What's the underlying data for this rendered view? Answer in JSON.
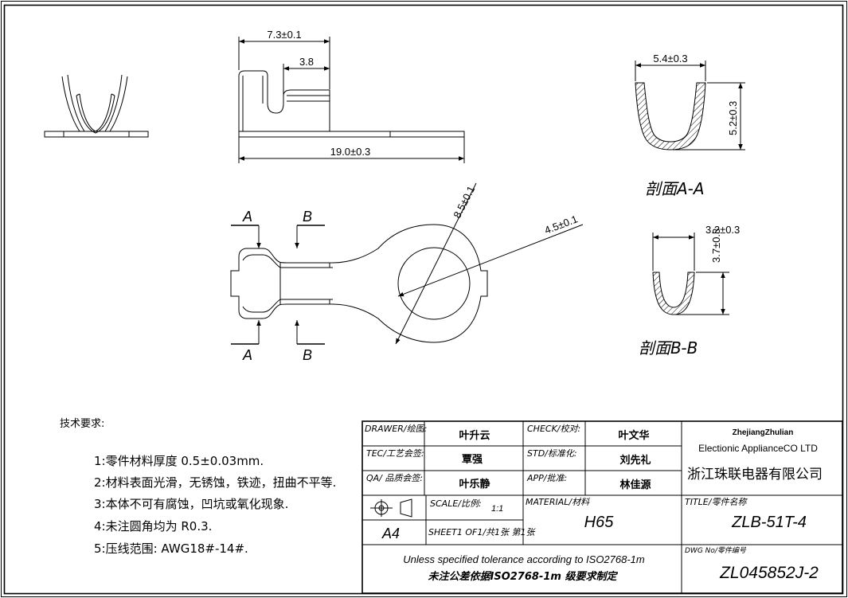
{
  "dimensions": {
    "top_width": "7.3±0.1",
    "slot_width": "3.8",
    "total_length": "19.0±0.3",
    "ring_outer": "8.5±0.1",
    "ring_inner": "4.5±0.1",
    "aa_width": "5.4±0.3",
    "aa_height": "5.2±0.3",
    "bb_width": "3.2±0.3",
    "bb_height": "3.7±0.3"
  },
  "section_labels": {
    "a": "A",
    "b": "B",
    "section_aa": "剖面A-A",
    "section_bb": "剖面B-B"
  },
  "tech_notes": {
    "title": "技术要求:",
    "items": [
      "1:零件材料厚度 0.5±0.03mm.",
      "2:材料表面光滑，无锈蚀，铁迹，扭曲不平等.",
      "3:本体不可有腐蚀，凹坑或氧化现象.",
      "4:未注圆角均为 R0.3.",
      "5:压线范围: AWG18#-14#."
    ]
  },
  "title_block": {
    "drawer_label": "DRAWER/绘图:",
    "drawer": "叶升云",
    "check_label": "CHECK/校对:",
    "check": "叶文华",
    "tec_label": "TEC/工艺会签:",
    "tec": "覃强",
    "std_label": "STD/标准化:",
    "std": "刘先礼",
    "qa_label": "QA/ 品质会签:",
    "qa": "叶乐静",
    "app_label": "APP/批准:",
    "app": "林佳源",
    "scale_label": "SCALE/比例:",
    "scale": "1:1",
    "paper": "A4",
    "sheet": "SHEET1 OF1/共1张 第1张",
    "material_label": "MATERIAL/材料",
    "material": "H65",
    "title_label": "TITLE/零件名称",
    "title": "ZLB-51T-4",
    "dwg_label": "DWG No/零件编号",
    "dwg_no": "ZL045852J-2",
    "company_en_1": "ZhejiangZhulian",
    "company_en_2": "Electionic ApplianceCO LTD",
    "company_cn": "浙江珠联电器有限公司",
    "tolerance_en": "Unless specified tolerance according to ISO2768-1m",
    "tolerance_cn": "未注公差依据ISO2768-1m 级要求制定"
  }
}
